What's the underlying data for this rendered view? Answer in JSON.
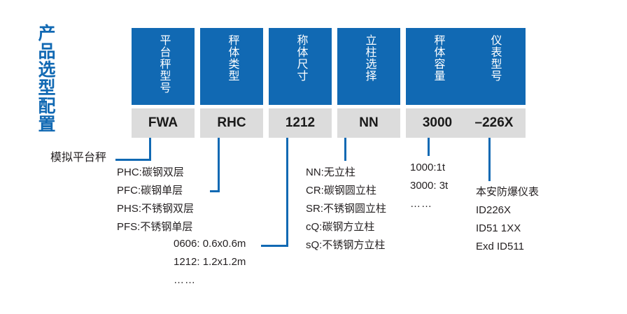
{
  "title": {
    "text": "产品选型配置",
    "color": "#1169b3"
  },
  "theme": {
    "header_blue": "#1169b3",
    "value_gray": "#dcdcdc",
    "text_dark": "#231f20",
    "line_blue": "#1169b3"
  },
  "columns": [
    {
      "header": "平台秤型号",
      "value": "FWA"
    },
    {
      "header": "秤体类型",
      "value": "RHC"
    },
    {
      "header": "称体尺寸",
      "value": "1212"
    },
    {
      "header": "立柱选择",
      "value": "NN"
    },
    {
      "header": "秤体容量",
      "value": "3000"
    },
    {
      "header": "仪表型号",
      "value": "–226X"
    }
  ],
  "notes": {
    "platform_label": "模拟平台秤",
    "scale_types": [
      "PHC:碳钢双层",
      "PFC:碳钢单层",
      "PHS:不锈钢双层",
      "PFS:不锈钢单层"
    ],
    "sizes": [
      "0606: 0.6x0.6m",
      "1212: 1.2x1.2m",
      "……"
    ],
    "columns_options": [
      "NN:无立柱",
      "CR:碳钢圆立柱",
      "SR:不锈钢圆立柱",
      "cQ:碳钢方立柱",
      "sQ:不锈钢方立柱"
    ],
    "capacities": [
      "1000:1t",
      "3000: 3t",
      "……"
    ],
    "instruments": [
      "本安防爆仪表",
      "ID226X",
      "ID51 1XX",
      "Exd ID511"
    ]
  }
}
